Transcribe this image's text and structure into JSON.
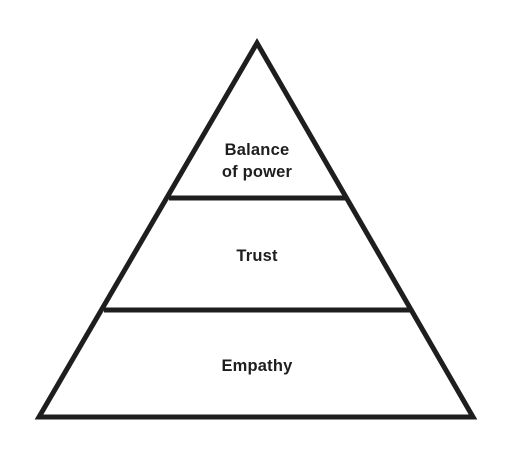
{
  "diagram": {
    "type": "pyramid",
    "stroke_color": "#1e1e1e",
    "fill_color": "#ffffff",
    "tiers": [
      {
        "lines": [
          "Balance",
          "of power"
        ]
      },
      {
        "lines": [
          "Trust"
        ]
      },
      {
        "lines": [
          "Empathy"
        ]
      }
    ]
  }
}
